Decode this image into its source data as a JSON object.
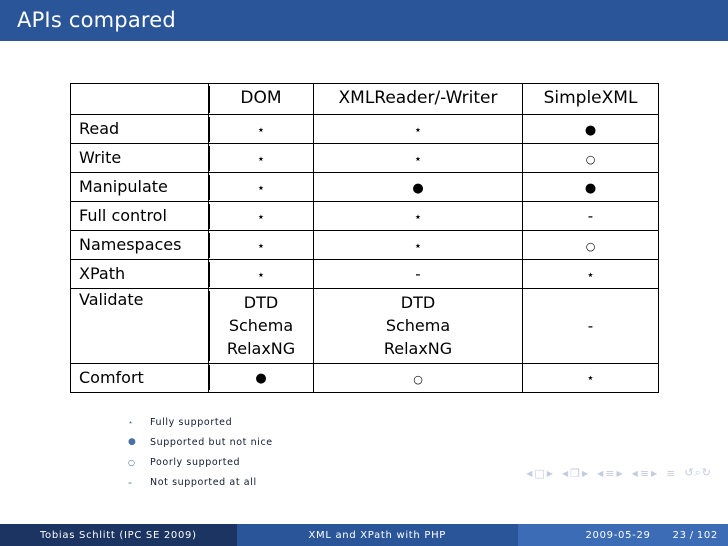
{
  "header": {
    "title": "APIs compared",
    "background_color": "#2a5699",
    "text_color": "#ffffff"
  },
  "table": {
    "columns": [
      "",
      "DOM",
      "XMLReader/-Writer",
      "SimpleXML"
    ],
    "rows": [
      {
        "feature": "Read",
        "dom": "⋆",
        "reader": "⋆",
        "simplexml": "●"
      },
      {
        "feature": "Write",
        "dom": "⋆",
        "reader": "⋆",
        "simplexml": "○"
      },
      {
        "feature": "Manipulate",
        "dom": "⋆",
        "reader": "●",
        "simplexml": "●"
      },
      {
        "feature": "Full control",
        "dom": "⋆",
        "reader": "⋆",
        "simplexml": "-"
      },
      {
        "feature": "Namespaces",
        "dom": "⋆",
        "reader": "⋆",
        "simplexml": "○"
      },
      {
        "feature": "XPath",
        "dom": "⋆",
        "reader": "-",
        "simplexml": "⋆"
      }
    ],
    "validate_row": {
      "feature": "Validate",
      "dom": [
        "DTD",
        "Schema",
        "RelaxNG"
      ],
      "reader": [
        "DTD",
        "Schema",
        "RelaxNG"
      ],
      "simplexml": "-"
    },
    "comfort_row": {
      "feature": "Comfort",
      "dom": "●",
      "reader": "○",
      "simplexml": "⋆"
    }
  },
  "legend": {
    "marker_color": "#4a6fa5",
    "items": [
      {
        "symbol": "⋆",
        "label": "Fully supported"
      },
      {
        "symbol": "●",
        "label": "Supported but not nice"
      },
      {
        "symbol": "○",
        "label": "Poorly supported"
      },
      {
        "symbol": "-",
        "label": "Not supported at all"
      }
    ]
  },
  "navigation": {
    "color": "#c3cde0",
    "groups": [
      {
        "left": "◀",
        "glyph": "□",
        "right": "▶",
        "name": "slide-nav"
      },
      {
        "left": "◀",
        "glyph": "❐",
        "right": "▶",
        "name": "frame-nav"
      },
      {
        "left": "◀",
        "glyph": "≡",
        "right": "▶",
        "name": "subsection-nav"
      },
      {
        "left": "◀",
        "glyph": "≡",
        "right": "▶",
        "name": "section-nav"
      }
    ],
    "doc_glyph": "≡",
    "misc_glyphs": "↺⌕↻"
  },
  "footer": {
    "author": "Tobias Schlitt  (IPC SE 2009)",
    "subject": "XML and XPath with PHP",
    "date": "2009-05-29",
    "page_current": "23",
    "page_separator": "/",
    "page_total": "102",
    "author_bg": "#1c3461",
    "subject_bg": "#2a5699",
    "meta_bg": "#3b6cb5"
  }
}
